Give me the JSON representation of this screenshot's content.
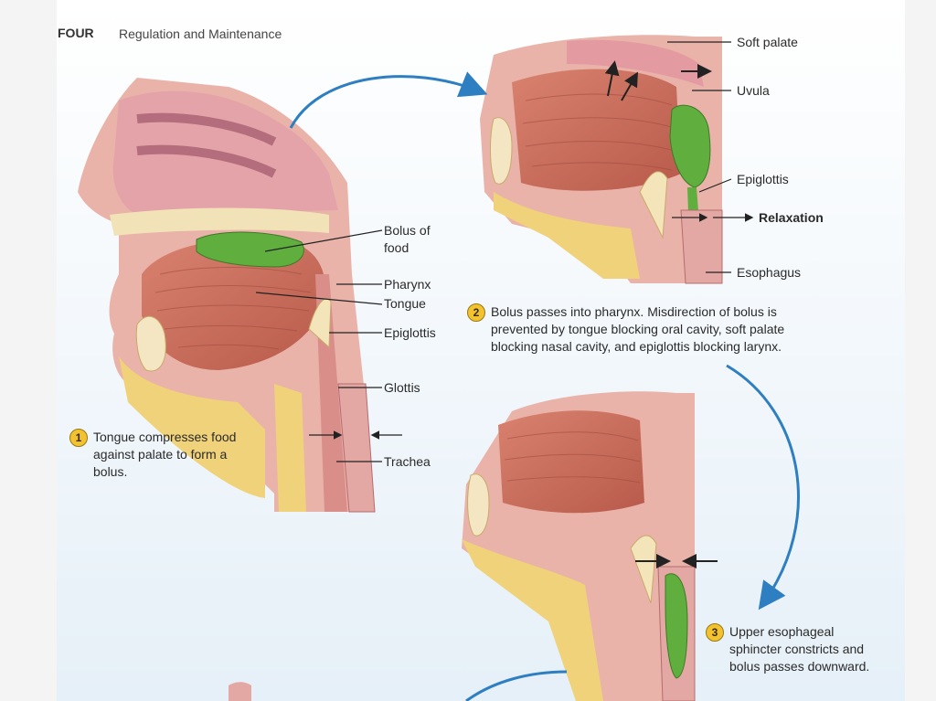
{
  "header": {
    "part": "FOUR",
    "title": "Regulation and Maintenance"
  },
  "labels": {
    "bolus_of_food": "Bolus of food",
    "pharynx": "Pharynx",
    "tongue": "Tongue",
    "epiglottis_1": "Epiglottis",
    "glottis": "Glottis",
    "trachea": "Trachea",
    "soft_palate": "Soft palate",
    "uvula": "Uvula",
    "epiglottis_2": "Epiglottis",
    "relaxation": "Relaxation",
    "esophagus": "Esophagus"
  },
  "steps": [
    {
      "number": "1",
      "text": "Tongue compresses food against palate to form a bolus."
    },
    {
      "number": "2",
      "text": "Bolus passes into pharynx. Misdirection of bolus is prevented by tongue blocking oral cavity, soft palate blocking nasal cavity, and epiglottis blocking larynx."
    },
    {
      "number": "3",
      "text": "Upper esophageal sphincter constricts and bolus passes downward."
    }
  ],
  "colors": {
    "tissue_pink": "#e8a7a4",
    "muscle_red": "#cf6f5e",
    "bolus_green": "#5fae3e",
    "fat_yellow": "#f0d27a",
    "arrow_blue": "#2e7fc1",
    "badge_yellow": "#f2c230"
  }
}
